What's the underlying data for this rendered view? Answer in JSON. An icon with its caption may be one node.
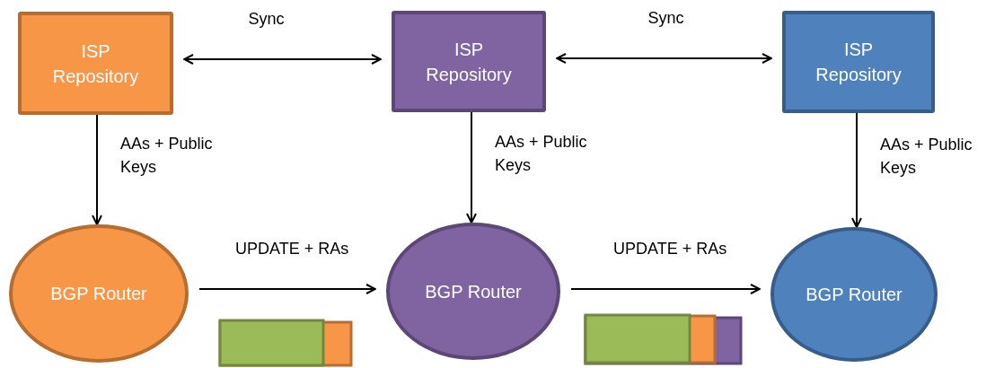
{
  "diagram": {
    "nodes": [
      {
        "text": [
          "ISP Repository"
        ]
      },
      {
        "text": [
          "ISP Repository"
        ]
      },
      {
        "text": [
          "ISP Repository"
        ]
      },
      {
        "text": [
          "BGP Router"
        ]
      },
      {
        "text": [
          "BGP Router"
        ]
      },
      {
        "text": [
          "BGP Router"
        ]
      }
    ],
    "edges": [
      {
        "from": 0,
        "to": 1,
        "arrow": "both",
        "label": "Sync"
      },
      {
        "from": 1,
        "to": 2,
        "arrow": "both",
        "label": "Sync"
      },
      {
        "from": 0,
        "to": 3,
        "arrow": "to",
        "label": "AAs + Public Keys"
      },
      {
        "from": 1,
        "to": 4,
        "arrow": "to",
        "label": "AAs + Public Keys"
      },
      {
        "from": 2,
        "to": 5,
        "arrow": "to",
        "label": "AAs + Public Keys"
      },
      {
        "from": 3,
        "to": 4,
        "arrow": "to",
        "label": "UPDATE + RAs"
      },
      {
        "from": 4,
        "to": 5,
        "arrow": "to",
        "label": "UPDATE + RAs"
      }
    ]
  }
}
